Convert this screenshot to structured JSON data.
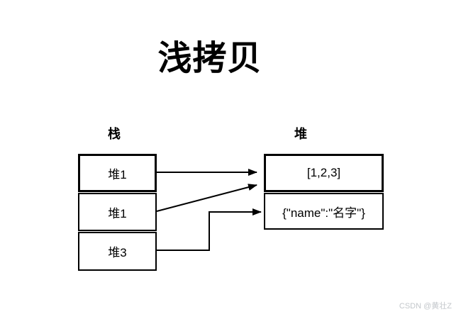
{
  "title": "浅拷贝",
  "stack": {
    "label": "栈",
    "items": [
      {
        "label": "堆1"
      },
      {
        "label": "堆1"
      },
      {
        "label": "堆3"
      }
    ]
  },
  "heap": {
    "label": "堆",
    "items": [
      {
        "label": "[1,2,3]"
      },
      {
        "label": "{\"name\":\"名字\"}"
      }
    ]
  },
  "connections": [
    {
      "from": "stack-item-1",
      "to": "heap-item-1"
    },
    {
      "from": "stack-item-2",
      "to": "heap-item-1"
    },
    {
      "from": "stack-item-3",
      "to": "heap-item-2"
    }
  ],
  "watermark": "CSDN @黄壮Z",
  "colors": {
    "background": "#ffffff",
    "line": "#000000",
    "text": "#000000",
    "watermark": "#c3c7cb"
  }
}
